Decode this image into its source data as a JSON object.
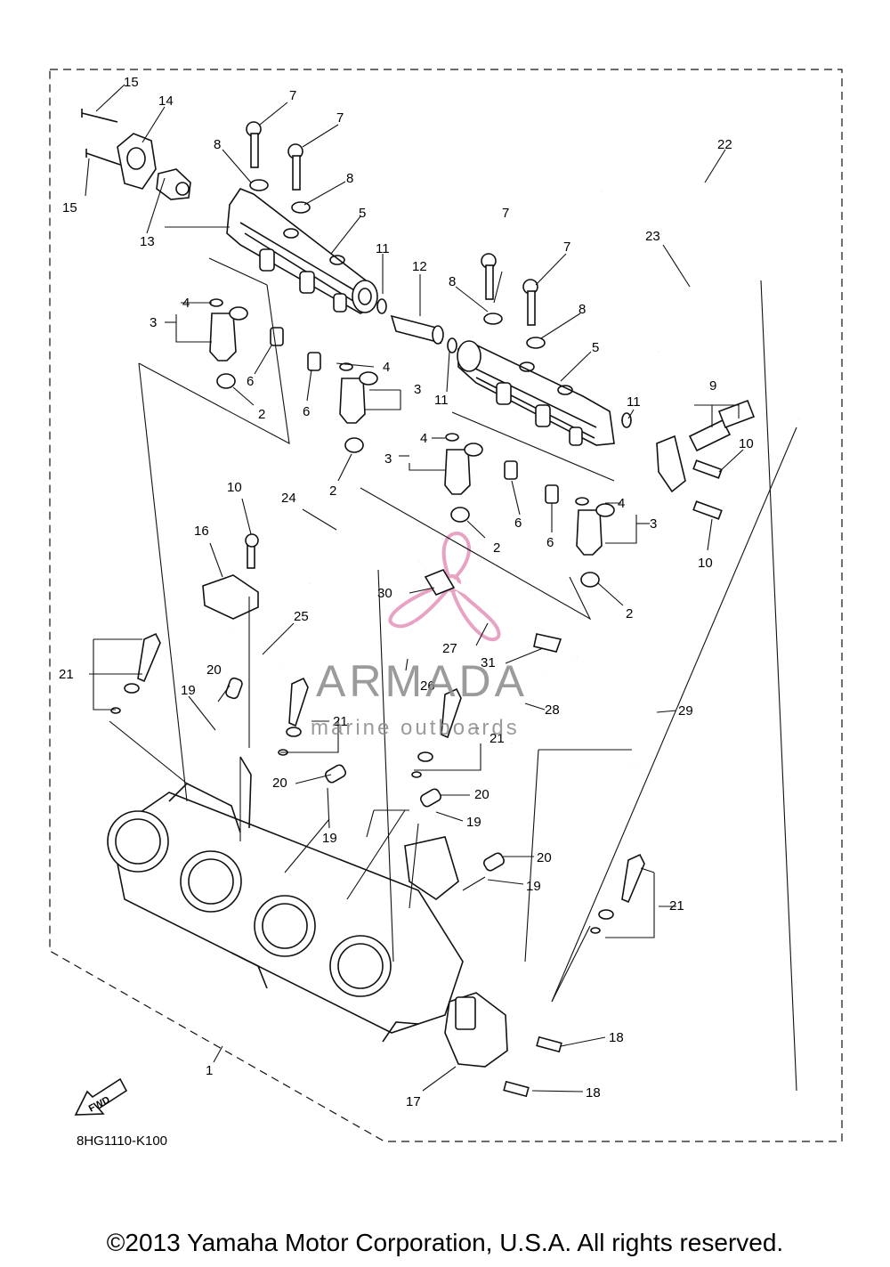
{
  "diagram_code": "8HG1110-K100",
  "copyright": "©2013 Yamaha Motor Corporation, U.S.A. All rights reserved.",
  "watermark": {
    "brand": "ARMADA",
    "tagline": "marine outboards",
    "accent": "#e8a3c4"
  },
  "fwd_label": "FWD",
  "callouts": {
    "c1": "1",
    "c2a": "2",
    "c2b": "2",
    "c2c": "2",
    "c2d": "2",
    "c3a": "3",
    "c3b": "3",
    "c3c": "3",
    "c3d": "3",
    "c4a": "4",
    "c4b": "4",
    "c4c": "4",
    "c4d": "4",
    "c5a": "5",
    "c5b": "5",
    "c6a": "6",
    "c6b": "6",
    "c6c": "6",
    "c6d": "6",
    "c7a": "7",
    "c7b": "7",
    "c7c": "7",
    "c7d": "7",
    "c8a": "8",
    "c8b": "8",
    "c8c": "8",
    "c8d": "8",
    "c9": "9",
    "c10a": "10",
    "c10b": "10",
    "c10c": "10",
    "c11a": "11",
    "c11b": "11",
    "c11c": "11",
    "c12": "12",
    "c13": "13",
    "c14": "14",
    "c15a": "15",
    "c15b": "15",
    "c16": "16",
    "c17": "17",
    "c18a": "18",
    "c18b": "18",
    "c19a": "19",
    "c19b": "19",
    "c19c": "19",
    "c19d": "19",
    "c20a": "20",
    "c20b": "20",
    "c20c": "20",
    "c20d": "20",
    "c21a": "21",
    "c21b": "21",
    "c21c": "21",
    "c21d": "21",
    "c22": "22",
    "c23": "23",
    "c24": "24",
    "c25": "25",
    "c26": "26",
    "c27": "27",
    "c28": "28",
    "c29": "29",
    "c30": "30",
    "c31": "31"
  }
}
